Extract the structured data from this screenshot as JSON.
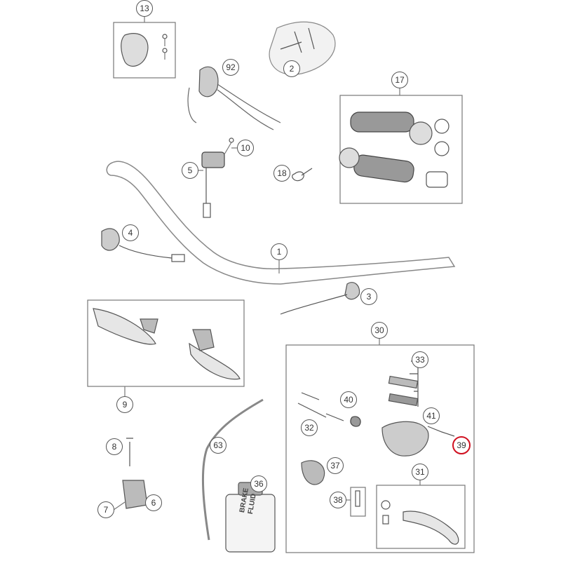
{
  "diagram": {
    "highlight_color": "#d01020",
    "callouts": [
      {
        "id": "c13",
        "label": "13"
      },
      {
        "id": "c92",
        "label": "92"
      },
      {
        "id": "c2",
        "label": "2"
      },
      {
        "id": "c17",
        "label": "17"
      },
      {
        "id": "c10",
        "label": "10"
      },
      {
        "id": "c5",
        "label": "5"
      },
      {
        "id": "c18",
        "label": "18"
      },
      {
        "id": "c4",
        "label": "4"
      },
      {
        "id": "c1",
        "label": "1"
      },
      {
        "id": "c3",
        "label": "3"
      },
      {
        "id": "c30",
        "label": "30"
      },
      {
        "id": "c33",
        "label": "33"
      },
      {
        "id": "c40",
        "label": "40"
      },
      {
        "id": "c41",
        "label": "41"
      },
      {
        "id": "c32",
        "label": "32"
      },
      {
        "id": "c39",
        "label": "39",
        "highlighted": true
      },
      {
        "id": "c9",
        "label": "9"
      },
      {
        "id": "c8",
        "label": "8"
      },
      {
        "id": "c63",
        "label": "63"
      },
      {
        "id": "c37",
        "label": "37"
      },
      {
        "id": "c31",
        "label": "31"
      },
      {
        "id": "c36",
        "label": "36"
      },
      {
        "id": "c7",
        "label": "7"
      },
      {
        "id": "c6",
        "label": "6"
      },
      {
        "id": "c38",
        "label": "38"
      }
    ],
    "bottle_label": [
      "BRAKE",
      "FLUID"
    ]
  }
}
